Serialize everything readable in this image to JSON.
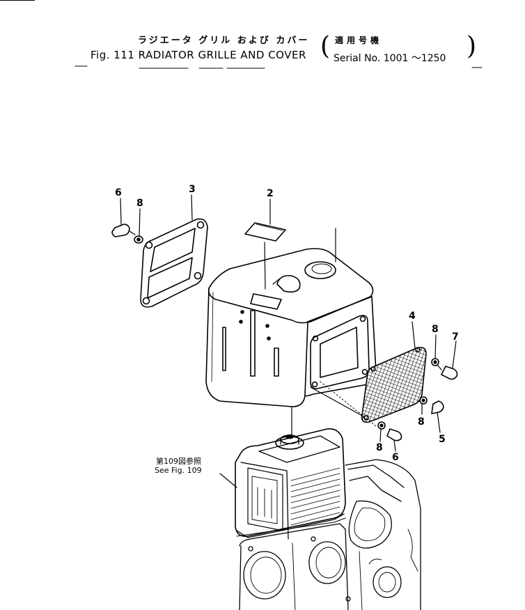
{
  "header": {
    "title_jp": "ラジエータ グリル および カバー",
    "title_en": "Fig. 111 RADIATOR GRILLE AND COVER",
    "serial_jp": "適用号機",
    "serial_en": "Serial  No. 1001 ～1250",
    "paren_open": "(",
    "paren_close": ")"
  },
  "callouts": {
    "c2": "2",
    "c3": "3",
    "c4": "4",
    "c5": "5",
    "c6a": "6",
    "c6b": "6",
    "c7": "7",
    "c8a": "8",
    "c8b": "8",
    "c8c": "8",
    "c8d": "8"
  },
  "reference": {
    "jp": "第109図参照",
    "en": "See Fig. 109"
  }
}
